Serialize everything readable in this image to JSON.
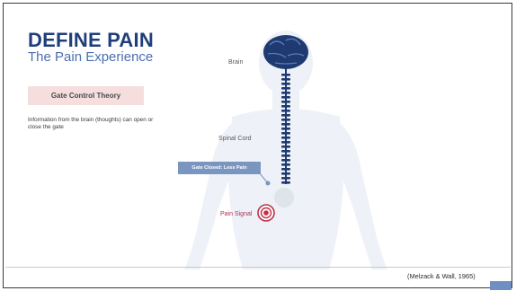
{
  "slide": {
    "title": "DEFINE PAIN",
    "subtitle": "The Pain Experience",
    "theory_label": "Gate Control Theory",
    "description": "Information from the brain (thoughts) can open or close the gate",
    "citation": "(Melzack & Wall, 1965)"
  },
  "diagram": {
    "brain_label": "Brain",
    "spinal_cord_label": "Spinal Cord",
    "gate_label": "Gate Closed: Less Pain",
    "pain_signal_label": "Pain Signal"
  },
  "colors": {
    "title": "#1f3f7a",
    "subtitle": "#4a6fb0",
    "theory_bg": "#f6dede",
    "body_silhouette": "#eef1f7",
    "spine": "#1e3a70",
    "gate_box": "#7a95c0",
    "pain_signal": "#c0304a"
  }
}
